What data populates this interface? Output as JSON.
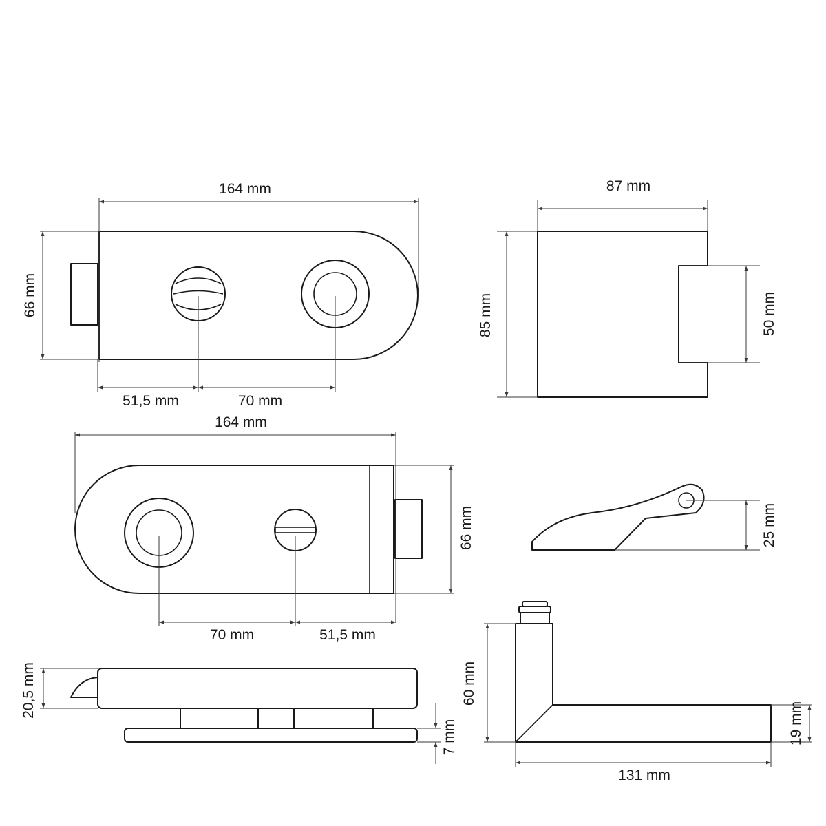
{
  "top_lock": {
    "width_label": "164 mm",
    "height_label": "66 mm",
    "offset_label": "51,5 mm",
    "spacing_label": "70 mm"
  },
  "keeper_block": {
    "width_label": "87 mm",
    "height_label": "85 mm",
    "recess_label": "50 mm"
  },
  "mirror_lock": {
    "width_label": "164 mm",
    "height_label": "66 mm",
    "spacing_label": "70 mm",
    "offset_label": "51,5 mm"
  },
  "latch_profile": {
    "height_label": "25 mm"
  },
  "side_view": {
    "body_label": "20,5 mm",
    "plate_label": "7 mm"
  },
  "lever_handle": {
    "height_label": "60 mm",
    "grip_label": "19 mm",
    "length_label": "131 mm"
  }
}
